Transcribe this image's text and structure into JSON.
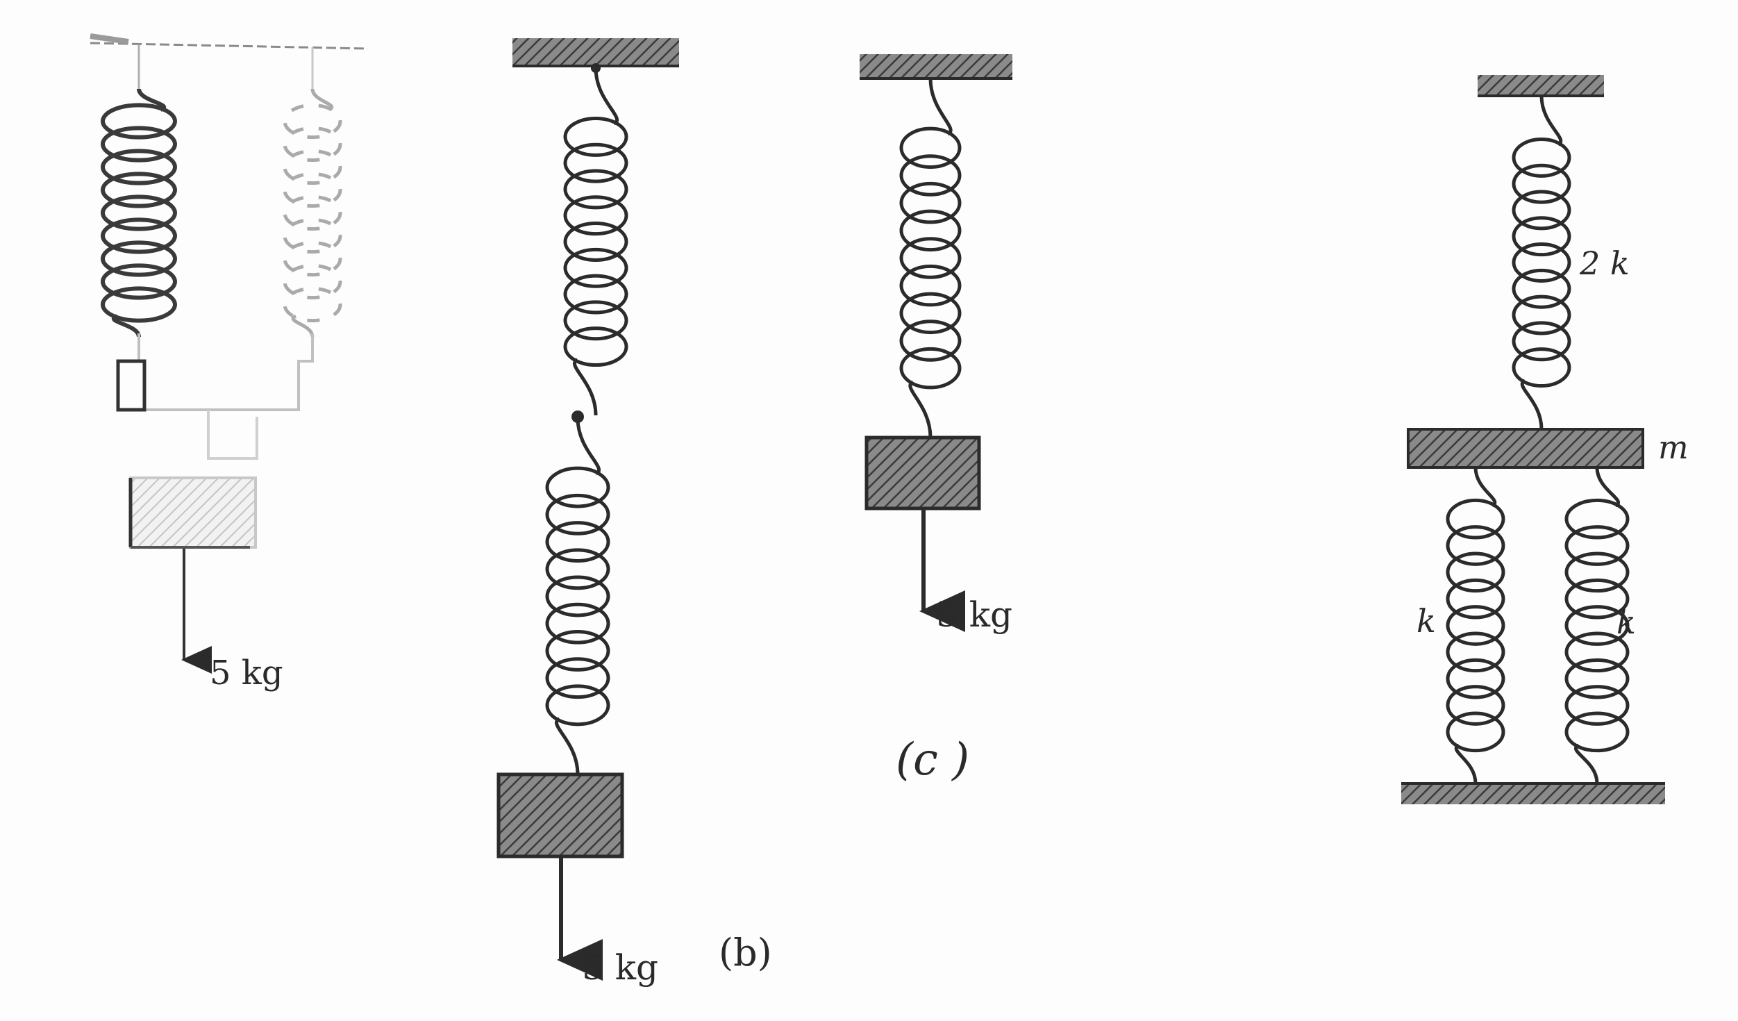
{
  "colors": {
    "ink": "#2b2b2b",
    "hatch": "#6a6a6a",
    "faded_ink": "#b9b9b9",
    "faded_hatch": "#cfcfcf"
  },
  "figures": [
    {
      "id": "a",
      "mass_label": "5 kg",
      "caption": ""
    },
    {
      "id": "b",
      "mass_label": "5 kg",
      "caption": "(b)"
    },
    {
      "id": "c",
      "mass_label": "5 kg",
      "caption": "(c )"
    },
    {
      "id": "d",
      "top_spring_label": "2 k",
      "plate_label": "m",
      "left_spring_label": "k",
      "right_spring_label": "k"
    }
  ]
}
